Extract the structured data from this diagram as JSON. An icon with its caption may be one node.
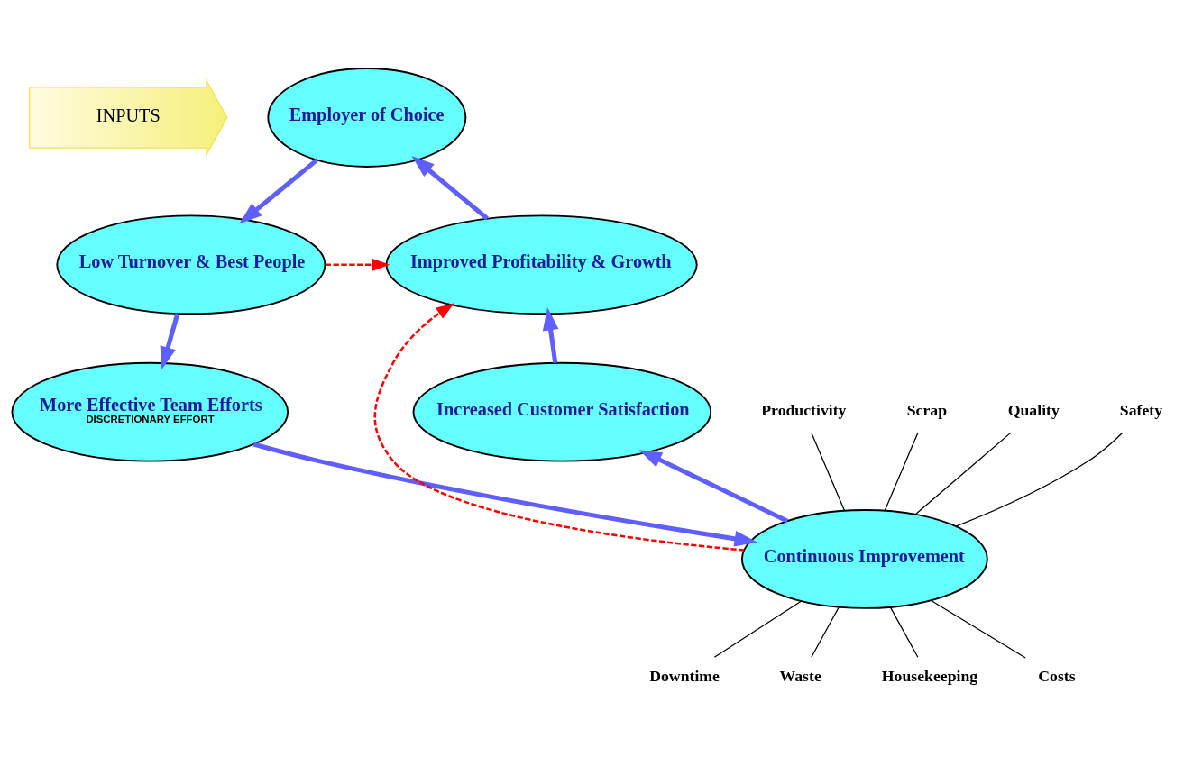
{
  "diagram": {
    "nodes": [
      {
        "text": [
          "INPUTS"
        ]
      },
      {
        "text": [
          "Employer of Choice"
        ]
      },
      {
        "text": [
          "Low Turnover & Best People"
        ]
      },
      {
        "text": [
          "More Effective Team Efforts",
          "DISCRETIONARY EFFORT"
        ]
      },
      {
        "text": [
          "Continuous Improvement"
        ]
      },
      {
        "text": [
          "Increased Customer Satisfaction"
        ]
      },
      {
        "text": [
          "Improved Profitability & Growth"
        ]
      },
      {
        "text": [
          "Productivity"
        ]
      },
      {
        "text": [
          "Scrap"
        ]
      },
      {
        "text": [
          "Quality"
        ]
      },
      {
        "text": [
          "Downtime"
        ]
      },
      {
        "text": [
          "Waste"
        ]
      },
      {
        "text": [
          "Housekeeping"
        ]
      },
      {
        "text": [
          "Costs"
        ]
      },
      {
        "text": [
          "Safety"
        ]
      }
    ],
    "edges": [
      {
        "from": 1,
        "to": 2,
        "arrow": "to",
        "style": "thick",
        "color": "#5f5fff"
      },
      {
        "from": 2,
        "to": 3,
        "arrow": "to",
        "style": "thick",
        "color": "#5f5fff"
      },
      {
        "from": 3,
        "to": 4,
        "arrow": "to",
        "style": "thick",
        "color": "#5f5fff"
      },
      {
        "from": 4,
        "to": 5,
        "arrow": "to",
        "style": "thick",
        "color": "#5f5fff"
      },
      {
        "from": 5,
        "to": 6,
        "arrow": "to",
        "style": "thick",
        "color": "#5f5fff"
      },
      {
        "from": 6,
        "to": 1,
        "arrow": "to",
        "style": "thick",
        "color": "#5f5fff"
      },
      {
        "from": 2,
        "to": 6,
        "arrow": "to",
        "style": "dashed",
        "color": "#ff0000"
      },
      {
        "from": 4,
        "to": 6,
        "arrow": "to",
        "style": "dashed",
        "color": "#ff0000"
      },
      {
        "from": 7,
        "to": 4,
        "arrow": "none"
      },
      {
        "from": 8,
        "to": 4,
        "arrow": "none"
      },
      {
        "from": 9,
        "to": 4,
        "arrow": "none"
      },
      {
        "from": 10,
        "to": 4,
        "arrow": "none"
      },
      {
        "from": 11,
        "to": 4,
        "arrow": "none"
      },
      {
        "from": 12,
        "to": 4,
        "arrow": "none"
      },
      {
        "from": 13,
        "to": 4,
        "arrow": "none"
      },
      {
        "from": 14,
        "to": 4,
        "arrow": "none"
      }
    ]
  }
}
